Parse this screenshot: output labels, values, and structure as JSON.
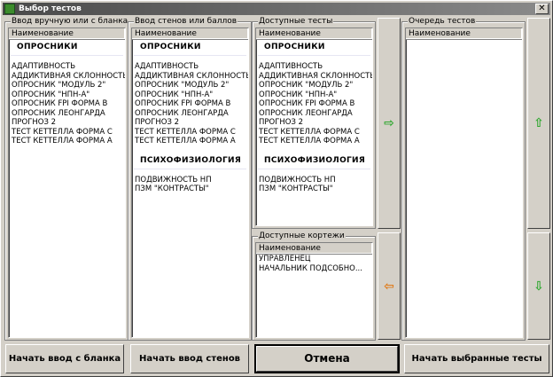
{
  "window": {
    "title": "Выбор тестов",
    "close_glyph": "✕"
  },
  "panel_manual": {
    "label": "Ввод вручную или с бланка",
    "header": "Наименование",
    "categories": [
      {
        "title": "ОПРОСНИКИ",
        "items": [
          "АДАПТИВНОСТЬ",
          "АДДИКТИВНАЯ СКЛОННОСТЬ",
          "ОПРОСНИК \"МОДУЛЬ 2\"",
          "ОПРОСНИК \"НПН-А\"",
          "ОПРОСНИК FPI ФОРМА В",
          "ОПРОСНИК ЛЕОНГАРДА",
          "ПРОГНОЗ 2",
          "ТЕСТ КЕТТЕЛЛА ФОРМА С",
          "ТЕСТ КЕТТЕЛЛА ФОРМА А"
        ]
      }
    ]
  },
  "panel_stands": {
    "label": "Ввод стенов или баллов",
    "header": "Наименование",
    "categories": [
      {
        "title": "ОПРОСНИКИ",
        "items": [
          "АДАПТИВНОСТЬ",
          "АДДИКТИВНАЯ СКЛОННОСТЬ",
          "ОПРОСНИК \"МОДУЛЬ 2\"",
          "ОПРОСНИК \"НПН-А\"",
          "ОПРОСНИК FPI ФОРМА В",
          "ОПРОСНИК ЛЕОНГАРДА",
          "ПРОГНОЗ 2",
          "ТЕСТ КЕТТЕЛЛА ФОРМА С",
          "ТЕСТ КЕТТЕЛЛА ФОРМА А"
        ]
      },
      {
        "title": "ПСИХОФИЗИОЛОГИЯ",
        "items": [
          "ПОДВИЖНОСТЬ НП",
          "ПЗМ \"КОНТРАСТЫ\""
        ]
      }
    ]
  },
  "panel_available": {
    "label": "Доступные тесты",
    "header": "Наименование",
    "categories": [
      {
        "title": "ОПРОСНИКИ",
        "items": [
          "АДАПТИВНОСТЬ",
          "АДДИКТИВНАЯ СКЛОННОСТЬ",
          "ОПРОСНИК \"МОДУЛЬ 2\"",
          "ОПРОСНИК \"НПН-А\"",
          "ОПРОСНИК FPI ФОРМА В",
          "ОПРОСНИК ЛЕОНГАРДА",
          "ПРОГНОЗ 2",
          "ТЕСТ КЕТТЕЛЛА ФОРМА С",
          "ТЕСТ КЕТТЕЛЛА ФОРМА А"
        ]
      },
      {
        "title": "ПСИХОФИЗИОЛОГИЯ",
        "items": [
          "ПОДВИЖНОСТЬ НП",
          "ПЗМ \"КОНТРАСТЫ\""
        ]
      }
    ]
  },
  "panel_tuples": {
    "label": "Доступные кортежи",
    "header": "Наименование",
    "items": [
      "УПРАВЛЕНЕЦ",
      "НАЧАЛЬНИК ПОДСОБНО..."
    ]
  },
  "panel_queue": {
    "label": "Очередь тестов",
    "header": "Наименование",
    "items": []
  },
  "arrows": {
    "move_right": "⇨",
    "move_left": "⇦",
    "move_up": "⇧",
    "move_down": "⇩"
  },
  "buttons": {
    "start_blank": "Начать ввод с бланка",
    "start_stands": "Начать ввод стенов",
    "cancel": "Отмена",
    "start_selected": "Начать выбранные тесты"
  },
  "colors": {
    "arrow_right_up_down": "#2fa72f",
    "arrow_left": "#e07a18",
    "face": "#d4d0c8"
  }
}
